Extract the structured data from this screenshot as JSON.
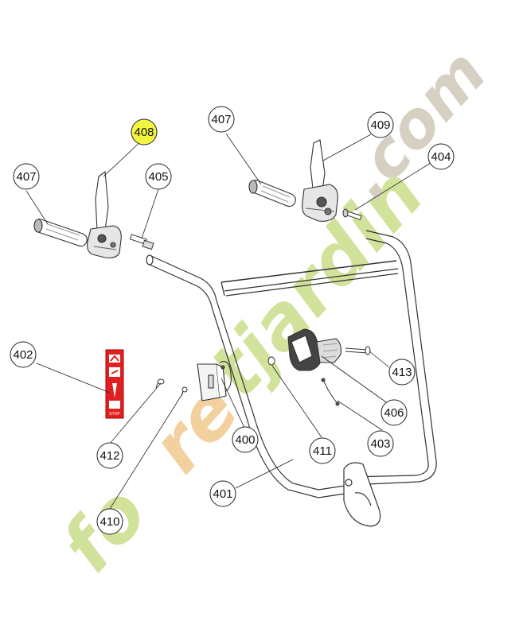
{
  "callouts": {
    "c400": "400",
    "c401": "401",
    "c402": "402",
    "c403": "403",
    "c404": "404",
    "c405": "405",
    "c406": "406",
    "c407a": "407",
    "c407b": "407",
    "c408": "408",
    "c409": "409",
    "c410": "410",
    "c411": "411",
    "c412": "412",
    "c413": "413"
  },
  "highlight_color": "#f2f542",
  "decal": {
    "stop_text": "STOP"
  },
  "watermark": {
    "text": "foretjardin.com",
    "color_green": "#c9dd8a",
    "color_orange": "#f1c98e",
    "color_grey": "#cfc8b8"
  }
}
